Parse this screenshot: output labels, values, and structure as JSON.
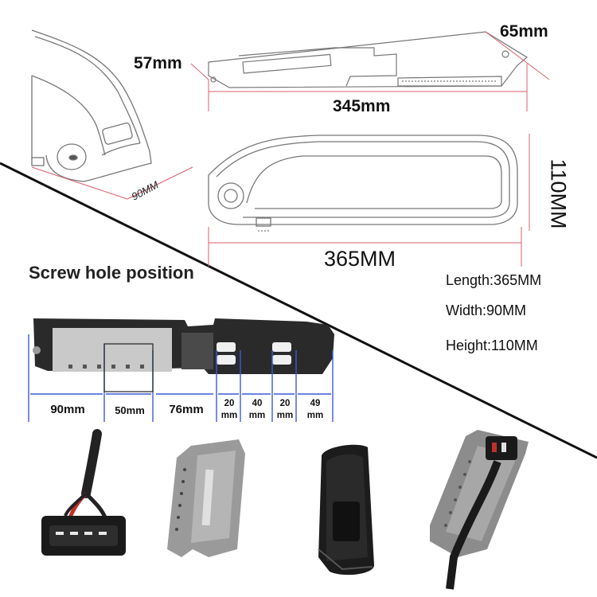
{
  "top_dimensions": {
    "width_label": "65mm",
    "depth_label": "57mm",
    "length_label": "345mm",
    "side_width_label": "90MM",
    "height_label": "110MM",
    "side_length_label": "365MM"
  },
  "screw_section": {
    "heading": "Screw hole position",
    "labels": [
      "90mm",
      "50mm",
      "76mm"
    ],
    "narrow_labels": [
      {
        "value": "20",
        "unit": "mm"
      },
      {
        "value": "40",
        "unit": "mm"
      },
      {
        "value": "20",
        "unit": "mm"
      },
      {
        "value": "49",
        "unit": "mm"
      }
    ]
  },
  "specs": {
    "length": "Length:365MM",
    "width": "Width:90MM",
    "height": "Height:110MM"
  },
  "colors": {
    "line": "#8a8a8a",
    "dim_line": "#d9606a",
    "battery_black": "#1c1c1c",
    "plate_gray": "#8c8c8c",
    "cable_red": "#c0302a"
  },
  "photos": [
    "connector-cable-photo",
    "mounting-plate-photo",
    "battery-bottom-photo",
    "plate-with-connector-photo"
  ]
}
